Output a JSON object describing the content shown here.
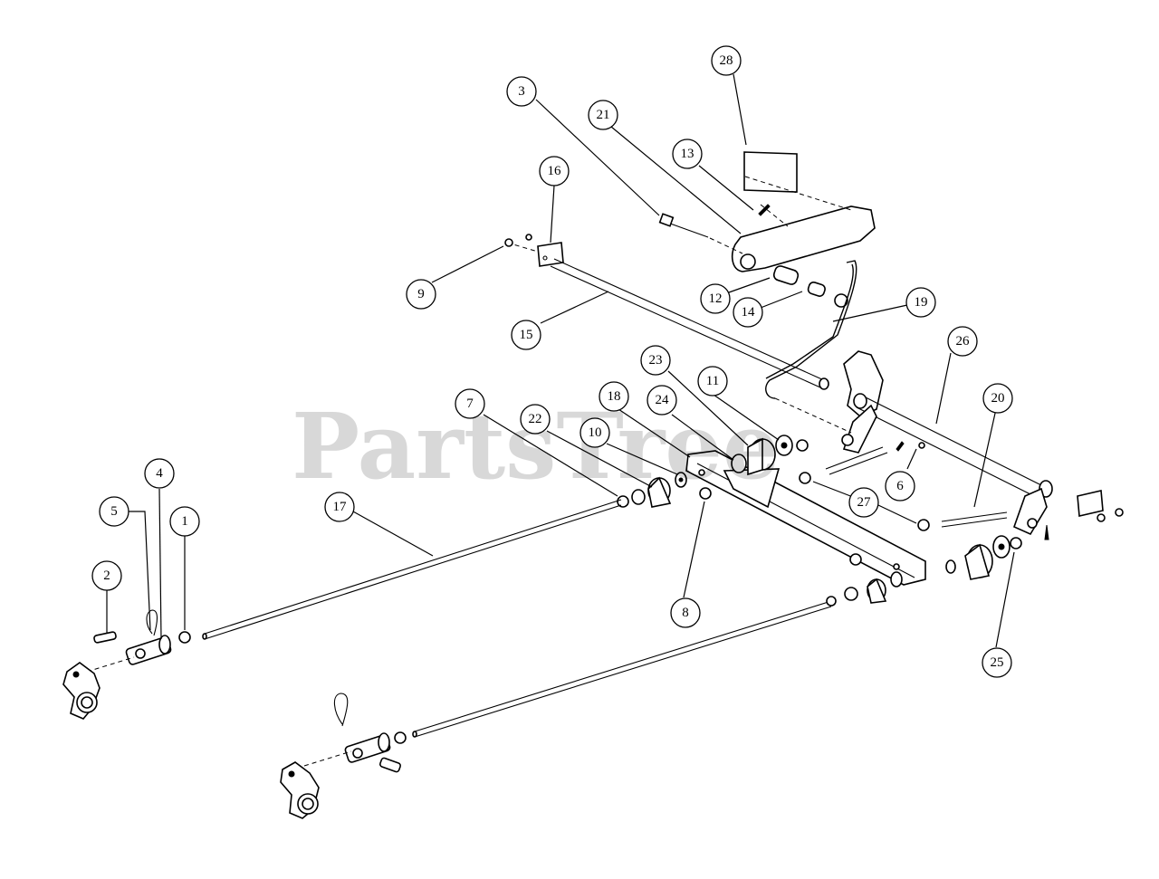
{
  "watermark": "PartsTree",
  "callouts": [
    {
      "id": "1",
      "label": "1"
    },
    {
      "id": "2",
      "label": "2"
    },
    {
      "id": "3",
      "label": "3"
    },
    {
      "id": "4",
      "label": "4"
    },
    {
      "id": "5",
      "label": "5"
    },
    {
      "id": "6",
      "label": "6"
    },
    {
      "id": "7",
      "label": "7"
    },
    {
      "id": "8",
      "label": "8"
    },
    {
      "id": "9",
      "label": "9"
    },
    {
      "id": "10",
      "label": "10"
    },
    {
      "id": "11",
      "label": "11"
    },
    {
      "id": "12",
      "label": "12"
    },
    {
      "id": "13",
      "label": "13"
    },
    {
      "id": "14",
      "label": "14"
    },
    {
      "id": "15",
      "label": "15"
    },
    {
      "id": "16",
      "label": "16"
    },
    {
      "id": "17",
      "label": "17"
    },
    {
      "id": "18",
      "label": "18"
    },
    {
      "id": "19",
      "label": "19"
    },
    {
      "id": "20",
      "label": "20"
    },
    {
      "id": "21",
      "label": "21"
    },
    {
      "id": "22",
      "label": "22"
    },
    {
      "id": "23",
      "label": "23"
    },
    {
      "id": "24",
      "label": "24"
    },
    {
      "id": "25",
      "label": "25"
    },
    {
      "id": "26",
      "label": "26"
    },
    {
      "id": "27",
      "label": "27"
    },
    {
      "id": "28",
      "label": "28"
    }
  ]
}
